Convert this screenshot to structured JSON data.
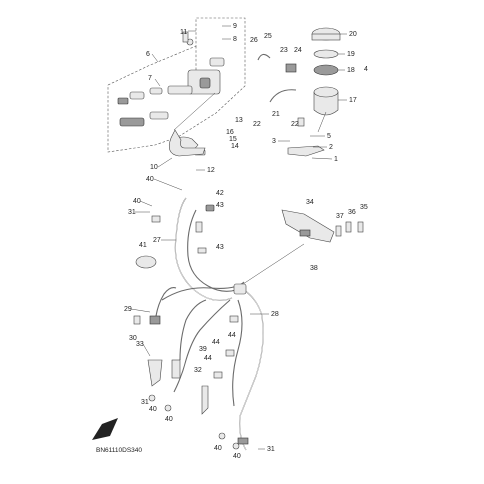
{
  "diagram": {
    "code": "BN61110DS340",
    "callouts": [
      "1",
      "2",
      "3",
      "4",
      "5",
      "6",
      "7",
      "8",
      "9",
      "10",
      "11",
      "12",
      "13",
      "14",
      "15",
      "16",
      "17",
      "18",
      "19",
      "20",
      "21",
      "22",
      "23",
      "24",
      "25",
      "26",
      "27",
      "28",
      "29",
      "30",
      "31",
      "32",
      "33",
      "34",
      "35",
      "36",
      "37",
      "38",
      "39",
      "40",
      "41",
      "42",
      "43",
      "44"
    ]
  },
  "labels": [
    {
      "id": "c11",
      "text": "11"
    },
    {
      "id": "c9",
      "text": "9"
    },
    {
      "id": "c8",
      "text": "8"
    },
    {
      "id": "c6",
      "text": "6"
    },
    {
      "id": "c7",
      "text": "7"
    },
    {
      "id": "c25",
      "text": "25"
    },
    {
      "id": "c26",
      "text": "26"
    },
    {
      "id": "c23",
      "text": "23"
    },
    {
      "id": "c24",
      "text": "24"
    },
    {
      "id": "c20",
      "text": "20"
    },
    {
      "id": "c19",
      "text": "19"
    },
    {
      "id": "c18",
      "text": "18"
    },
    {
      "id": "c17",
      "text": "17"
    },
    {
      "id": "c4",
      "text": "4"
    },
    {
      "id": "c22a",
      "text": "22"
    },
    {
      "id": "c21",
      "text": "21"
    },
    {
      "id": "c22b",
      "text": "22"
    },
    {
      "id": "c13",
      "text": "13"
    },
    {
      "id": "c16",
      "text": "16"
    },
    {
      "id": "c15",
      "text": "15"
    },
    {
      "id": "c14",
      "text": "14"
    },
    {
      "id": "c3",
      "text": "3"
    },
    {
      "id": "c5",
      "text": "5"
    },
    {
      "id": "c2",
      "text": "2"
    },
    {
      "id": "c1",
      "text": "1"
    },
    {
      "id": "c10",
      "text": "10"
    },
    {
      "id": "c12",
      "text": "12"
    },
    {
      "id": "c40a",
      "text": "40"
    },
    {
      "id": "c42",
      "text": "42"
    },
    {
      "id": "c40b",
      "text": "40"
    },
    {
      "id": "c43a",
      "text": "43"
    },
    {
      "id": "c31a",
      "text": "31"
    },
    {
      "id": "c34",
      "text": "34"
    },
    {
      "id": "c35",
      "text": "35"
    },
    {
      "id": "c36",
      "text": "36"
    },
    {
      "id": "c37",
      "text": "37"
    },
    {
      "id": "c27",
      "text": "27"
    },
    {
      "id": "c43b",
      "text": "43"
    },
    {
      "id": "c41",
      "text": "41"
    },
    {
      "id": "c38",
      "text": "38"
    },
    {
      "id": "c29",
      "text": "29"
    },
    {
      "id": "c28",
      "text": "28"
    },
    {
      "id": "c30",
      "text": "30"
    },
    {
      "id": "c44a",
      "text": "44"
    },
    {
      "id": "c39",
      "text": "39"
    },
    {
      "id": "c44b",
      "text": "44"
    },
    {
      "id": "c33",
      "text": "33"
    },
    {
      "id": "c44c",
      "text": "44"
    },
    {
      "id": "c32",
      "text": "32"
    },
    {
      "id": "c31b",
      "text": "31"
    },
    {
      "id": "c40c",
      "text": "40"
    },
    {
      "id": "c40d",
      "text": "40"
    },
    {
      "id": "c40e",
      "text": "40"
    },
    {
      "id": "c40f",
      "text": "40"
    },
    {
      "id": "c31c",
      "text": "31"
    }
  ]
}
